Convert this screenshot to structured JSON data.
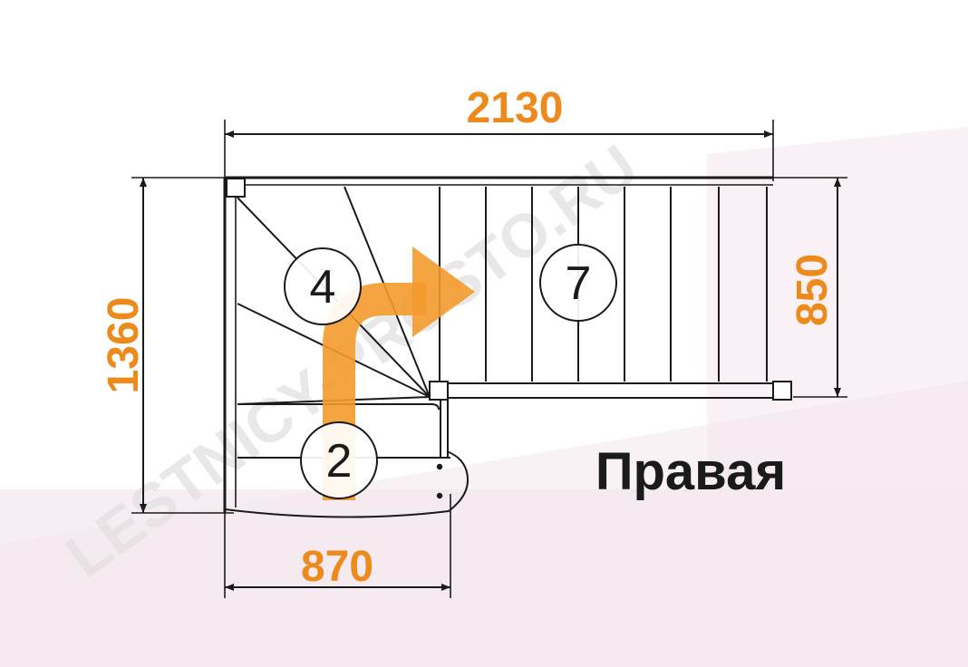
{
  "dimensions": {
    "total_width": "2130",
    "total_depth": "1360",
    "upper_flight_width": "850",
    "lower_flight_width": "870"
  },
  "steps": {
    "lower_flight_count": "2",
    "winder_count": "4",
    "upper_flight_count": "7"
  },
  "direction_label": "Правая",
  "watermark": "LESTNICY-PROSTO.RU",
  "colors": {
    "dimension_text": "#ee8a1b",
    "arrow": "#f39a2c",
    "line": "#1a1a1a",
    "background_tint": "#f6eef3"
  }
}
